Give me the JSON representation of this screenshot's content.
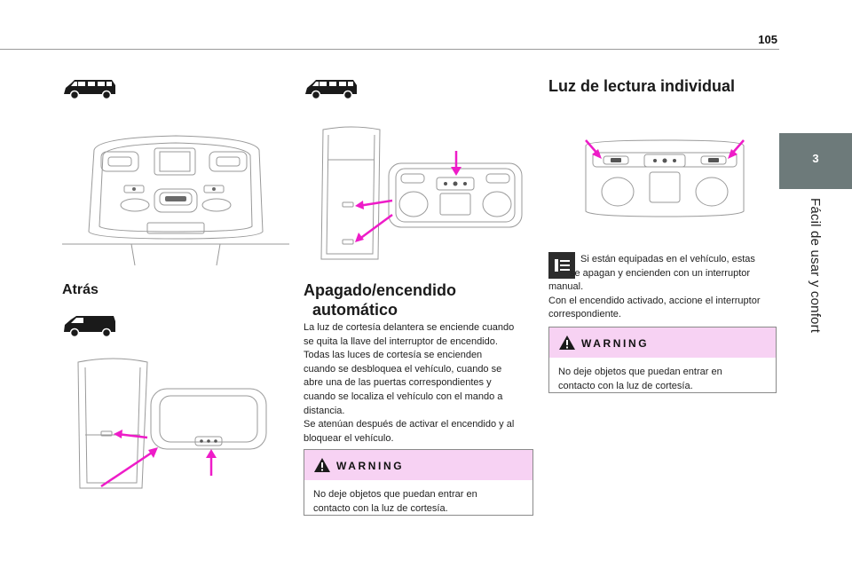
{
  "page": {
    "number": "105"
  },
  "chapter": {
    "number": "3",
    "title": "Fácil de usar y confort"
  },
  "left": {
    "heading_rear": "Atrás"
  },
  "middle": {
    "heading": "Apagado/encendido",
    "heading_line2": "automático",
    "paragraphs": [
      "La luz de cortesía delantera se enciende cuando",
      "se quita la llave del interruptor de encendido.",
      "Todas las luces de cortesía se encienden",
      "cuando se desbloquea el vehículo, cuando se",
      "abre una de las puertas correspondientes y",
      "cuando se localiza el vehículo con el mando a",
      "distancia.",
      "Se atenúan después de activar el encendido y al",
      "bloquear el vehículo."
    ],
    "warning": {
      "label": "WARNING",
      "lines": [
        "No deje objetos que puedan entrar en",
        "contacto con la luz de cortesía."
      ]
    }
  },
  "right": {
    "heading": "Luz de lectura individual",
    "note_lines": [
      "Si están equipadas en el vehículo, estas",
      "se apagan y encienden con un interruptor",
      "manual.",
      "Con el encendido activado, accione el interruptor",
      "correspondiente."
    ],
    "warning": {
      "label": "WARNING",
      "lines": [
        "No deje objetos que puedan entrar en",
        "contacto con la luz de cortesía."
      ]
    }
  },
  "colors": {
    "arrow": "#ee1cc8",
    "warning_header": "#f7d2f3",
    "tab": "#6d7a7a"
  }
}
